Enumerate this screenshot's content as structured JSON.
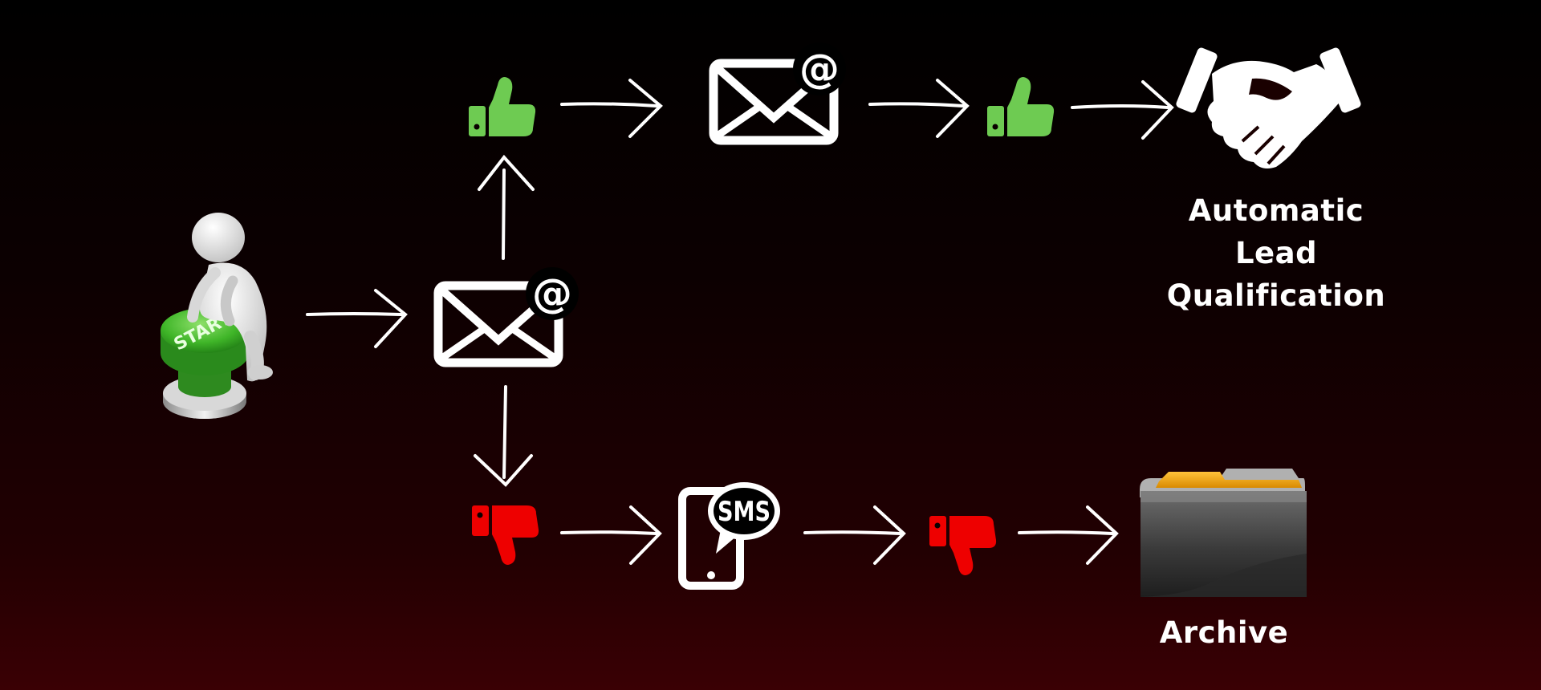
{
  "labels": {
    "qualification": [
      "Automatic",
      "Lead",
      "Qualification"
    ],
    "archive": "Archive"
  },
  "start_button_text": "START",
  "sms_text": "SMS",
  "email_symbol": "@",
  "colors": {
    "thumb_up": "#6ecb52",
    "thumb_down": "#ee0000",
    "icon": "#ffffff",
    "button": "#3fb528",
    "folder_tab": "#f2a50f",
    "folder_body": "#3a3a3a"
  },
  "icons": [
    "start-button-figure-icon",
    "email-icon",
    "thumbs-up-icon",
    "thumbs-down-icon",
    "handshake-icon",
    "sms-phone-icon",
    "folder-icon",
    "arrow-icon"
  ]
}
